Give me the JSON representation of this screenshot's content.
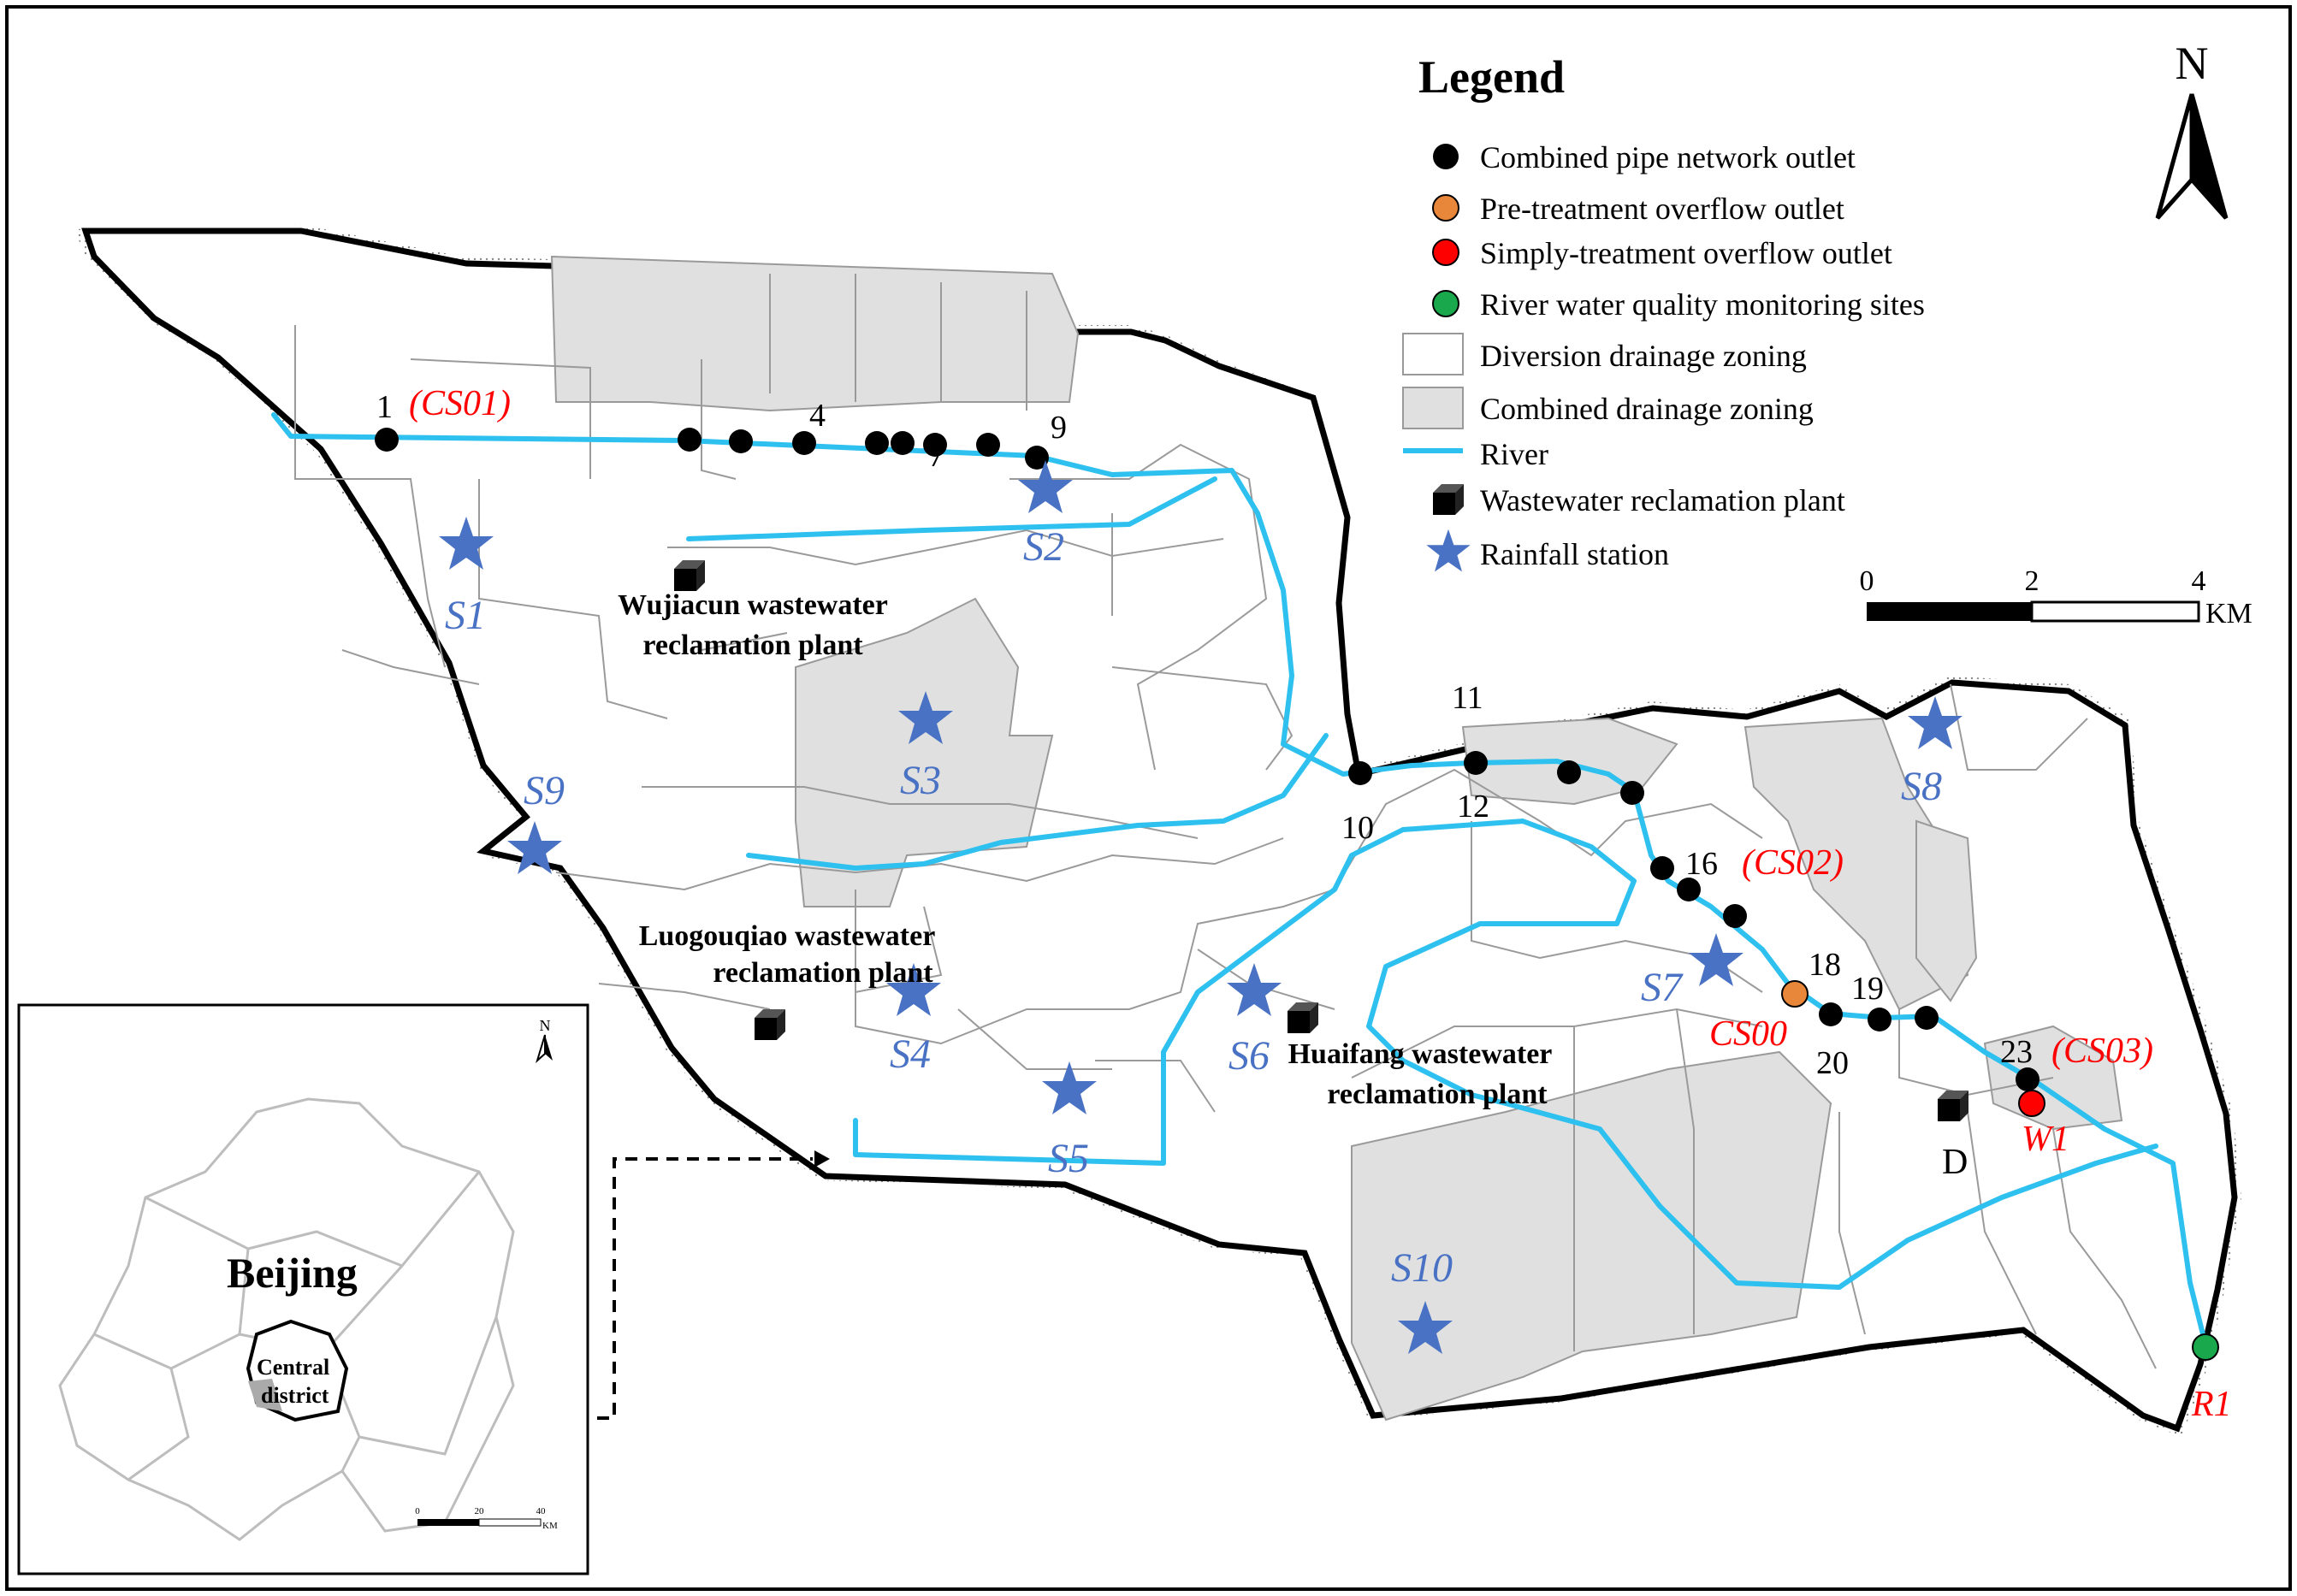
{
  "legend": {
    "title": "Legend",
    "items": [
      {
        "label": "Combined pipe network outlet",
        "symbol": "black-dot",
        "color": "#000000"
      },
      {
        "label": "Pre-treatment overflow outlet",
        "symbol": "orange-dot",
        "color": "#e8873a"
      },
      {
        "label": "Simply-treatment overflow outlet",
        "symbol": "red-dot",
        "color": "#ff0000"
      },
      {
        "label": "River water quality monitoring sites",
        "symbol": "green-dot",
        "color": "#1aa84c"
      },
      {
        "label": "Diversion drainage zoning",
        "symbol": "white-box",
        "color": "#ffffff"
      },
      {
        "label": "Combined drainage zoning",
        "symbol": "gray-box",
        "color": "#e0e0e0"
      },
      {
        "label": "River",
        "symbol": "river-line",
        "color": "#2ec0ee"
      },
      {
        "label": "Wastewater reclamation plant",
        "symbol": "black-cube",
        "color": "#000000"
      },
      {
        "label": "Rainfall station",
        "symbol": "blue-star",
        "color": "#4a72c4"
      }
    ]
  },
  "north_arrow": {
    "label": "N"
  },
  "scale_bar": {
    "ticks": [
      "0",
      "2",
      "4"
    ],
    "unit": "KM"
  },
  "outlets": [
    "1",
    "4",
    "7",
    "9",
    "10",
    "11",
    "12",
    "16",
    "18",
    "19",
    "20",
    "23"
  ],
  "cso_labels": [
    "(CS01)",
    "(CS02)",
    "(CS03)",
    "CS00",
    "W1",
    "R1"
  ],
  "stations": [
    "S1",
    "S2",
    "S3",
    "S4",
    "S5",
    "S6",
    "S7",
    "S8",
    "S9",
    "S10"
  ],
  "plants": {
    "wujiacun": [
      "Wujiacun wastewater",
      "reclamation plant"
    ],
    "luogouqiao": [
      "Luogouqiao wastewater",
      "reclamation plant"
    ],
    "huaifang": [
      "Huaifang wastewater",
      "reclamation plant"
    ],
    "d_label": "D"
  },
  "inset": {
    "title": "Beijing",
    "district": [
      "Central",
      "district"
    ],
    "north": "N",
    "scale_ticks": [
      "0",
      "20",
      "40"
    ],
    "scale_unit": "KM"
  },
  "colors": {
    "river": "#2ec0ee",
    "combined_zone": "#e0e0e0",
    "star": "#4a72c4",
    "cso_red": "#ff0000",
    "outline": "#000000"
  }
}
